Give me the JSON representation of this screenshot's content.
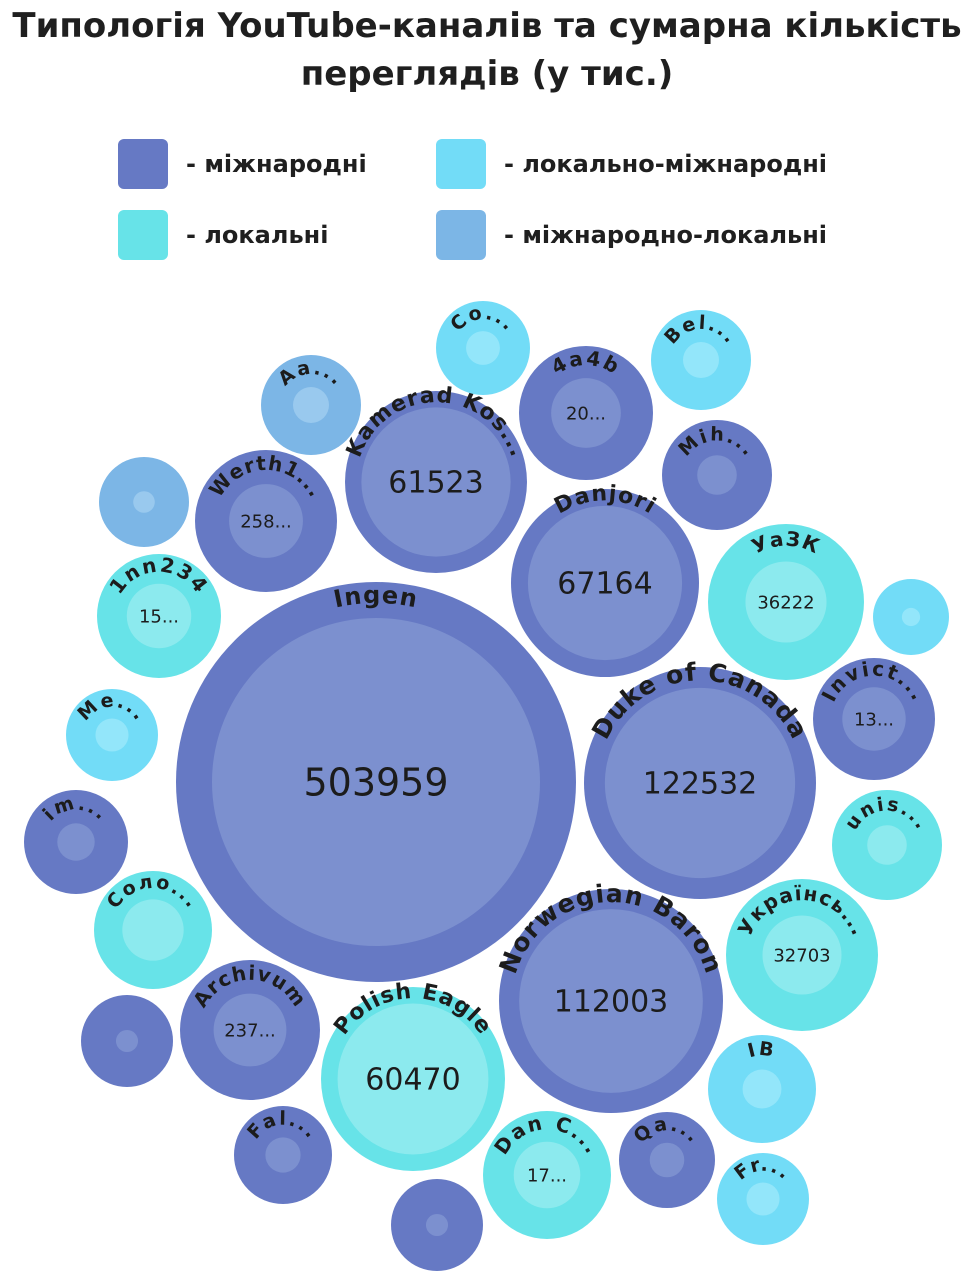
{
  "chart_data": {
    "type": "packed-bubble",
    "title": "Типологія YouTube-каналів та сумарна кількість переглядів (у тис.)",
    "units": "тис. переглядів",
    "legend_position": "top",
    "categories": [
      {
        "key": "international",
        "label": "- міжнародні",
        "color": "#6679c4",
        "inner": "#7c90cf"
      },
      {
        "key": "local_international",
        "label": "- локально-міжнародні",
        "color": "#72dcf7",
        "inner": "#93e6fa"
      },
      {
        "key": "local",
        "label": "- локальні",
        "color": "#67e3e8",
        "inner": "#8ceaee"
      },
      {
        "key": "international_local",
        "label": "- міжнародно-локальні",
        "color": "#7cb6e6",
        "inner": "#99c9ee"
      }
    ],
    "bubbles": [
      {
        "label": "Ingen",
        "value_label": "503959",
        "value": 503959,
        "category": "international"
      },
      {
        "label": "Duke of Canada",
        "value_label": "122532",
        "value": 122532,
        "category": "international"
      },
      {
        "label": "Norwegian Baron",
        "value_label": "112003",
        "value": 112003,
        "category": "international"
      },
      {
        "label": "Danjori",
        "value_label": "67164",
        "value": 67164,
        "category": "international"
      },
      {
        "label": "Kamerad Kos...",
        "value_label": "61523",
        "value": 61523,
        "category": "international"
      },
      {
        "label": "Polish Eagle",
        "value_label": "60470",
        "value": 60470,
        "category": "local"
      },
      {
        "label": "УaЗК",
        "value_label": "36222",
        "value": 36222,
        "category": "local"
      },
      {
        "label": "Українсь...",
        "value_label": "32703",
        "value": 32703,
        "category": "local"
      },
      {
        "label": "Werth1...",
        "value_label": "258...",
        "value": 25800,
        "category": "international"
      },
      {
        "label": "Archivum",
        "value_label": "237...",
        "value": 23700,
        "category": "international"
      },
      {
        "label": "4a4b",
        "value_label": "20...",
        "value": 20000,
        "category": "international"
      },
      {
        "label": "Dan C...",
        "value_label": "17...",
        "value": 17000,
        "category": "local"
      },
      {
        "label": "1nn234",
        "value_label": "15...",
        "value": 15000,
        "category": "local"
      },
      {
        "label": "Invict...",
        "value_label": "13...",
        "value": 13000,
        "category": "international"
      },
      {
        "label": "unis...",
        "value_label": "",
        "value": 11000,
        "category": "local"
      },
      {
        "label": "Соло...",
        "value_label": "",
        "value": 11000,
        "category": "local"
      },
      {
        "label": "IB",
        "value_label": "",
        "value": 10500,
        "category": "local_international"
      },
      {
        "label": "Mih...",
        "value_label": "",
        "value": 10000,
        "category": "international"
      },
      {
        "label": "Bel...",
        "value_label": "",
        "value": 9000,
        "category": "local_international"
      },
      {
        "label": "Aa...",
        "value_label": "",
        "value": 9000,
        "category": "international_local"
      },
      {
        "label": "Co...",
        "value_label": "",
        "value": 8000,
        "category": "local_international"
      },
      {
        "label": "Me...",
        "value_label": "",
        "value": 8000,
        "category": "local_international"
      },
      {
        "label": "Fal...",
        "value_label": "",
        "value": 7800,
        "category": "international"
      },
      {
        "label": "im...",
        "value_label": "",
        "value": 7500,
        "category": "international"
      },
      {
        "label": "Fr...",
        "value_label": "",
        "value": 7500,
        "category": "local_international"
      },
      {
        "label": "Qa...",
        "value_label": "",
        "value": 7200,
        "category": "international"
      },
      {
        "label": "",
        "value_label": "",
        "value": 7200,
        "category": "international_local"
      },
      {
        "label": "",
        "value_label": "",
        "value": 7200,
        "category": "international"
      },
      {
        "label": "",
        "value_label": "",
        "value": 7000,
        "category": "international"
      },
      {
        "label": "",
        "value_label": "",
        "value": 5000,
        "category": "local_international"
      }
    ]
  }
}
